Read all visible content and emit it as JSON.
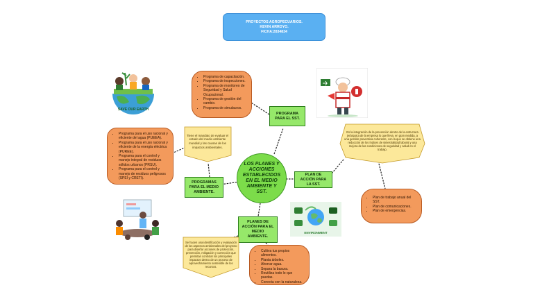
{
  "header": {
    "line1": "PROYECTOS AGROPECUARIOS.",
    "line2": "KEVIN ARROYO.",
    "line3": "FICHA:2834834"
  },
  "center": {
    "label": "LOS PLANES Y ACCIONES ESTABLECIDOS EN EL MEDIO AMBIENTE Y SST."
  },
  "branches": {
    "programa_sst": "PROGRAMA PARA EL SST.",
    "programas_ambiente": "PROGRAMAS PARA EL MEDIO AMBIENTE.",
    "plan_accion_sst": "PLAN DE ACCIÓN PARA LA SST.",
    "planes_accion_ambiente": "PLANES DE ACCIÓN PARA EL MEDIO AMBIENTE."
  },
  "lists": {
    "sst_programs": [
      "Programa de capacitación.",
      "Programa de inspecciones.",
      "Programa de monitoreo de Seguridad y Salud Ocupacional.",
      "Programa de gestión del cambio.",
      "Programa de simulacros."
    ],
    "env_programs": [
      "Programa para el uso racional y eficiente del agua (PUEEA).",
      "Programa para el uso racional y eficiente de la energía eléctrica (PUREE).",
      "Programa para el control y manejo integral de residuos sólidos urbanos (PRSU).",
      "Programa para el control y manejo de residuos peligrosos (SPEI y CRETI)."
    ],
    "sst_plans": [
      "Plan de trabajo anual del SST.",
      "Plan de comunicaciones.",
      "Plan de emergencias."
    ],
    "env_actions": [
      "Cultiva tus propios alimentos.",
      "Planta árboles.",
      "Ahorrar agua.",
      "Separa la basura.",
      "Reutiliza todo lo que puedas.",
      "Conecta con la naturaleza."
    ]
  },
  "notes": {
    "env_programs_desc": "Tiene el mandato de evaluar el estado del medio ambiente mundial y las causas de los impactos ambientales.",
    "sst_plan_desc": "Es la integración de la prevención dentro de la estructura jerárquica de la empresa lo que lleva, en gran medida, a una gestión preventiva coherente, con la que se obtiene una reducción de los índices de siniestralidad laboral y una mejora de las condiciones de seguridad y salud en el trabajo.",
    "env_actions_desc": "Se hacen una identificación y evaluación de los aspectos ambientales del proyecto para diseñar acciones de protección, prevención, mitigación y corrección que permitan controlar los principales impactos dentro de un proceso de aprovechamiento sostenible de los recursos."
  },
  "images": {
    "earth_caption": "SAVE OUR EARTH",
    "ecology_caption": "ENVIRONMENT"
  },
  "colors": {
    "header": "#5ab0f2",
    "center": "#7cdc4a",
    "branch": "#96e86a",
    "list": "#f39a5c",
    "note": "#fce89a"
  }
}
